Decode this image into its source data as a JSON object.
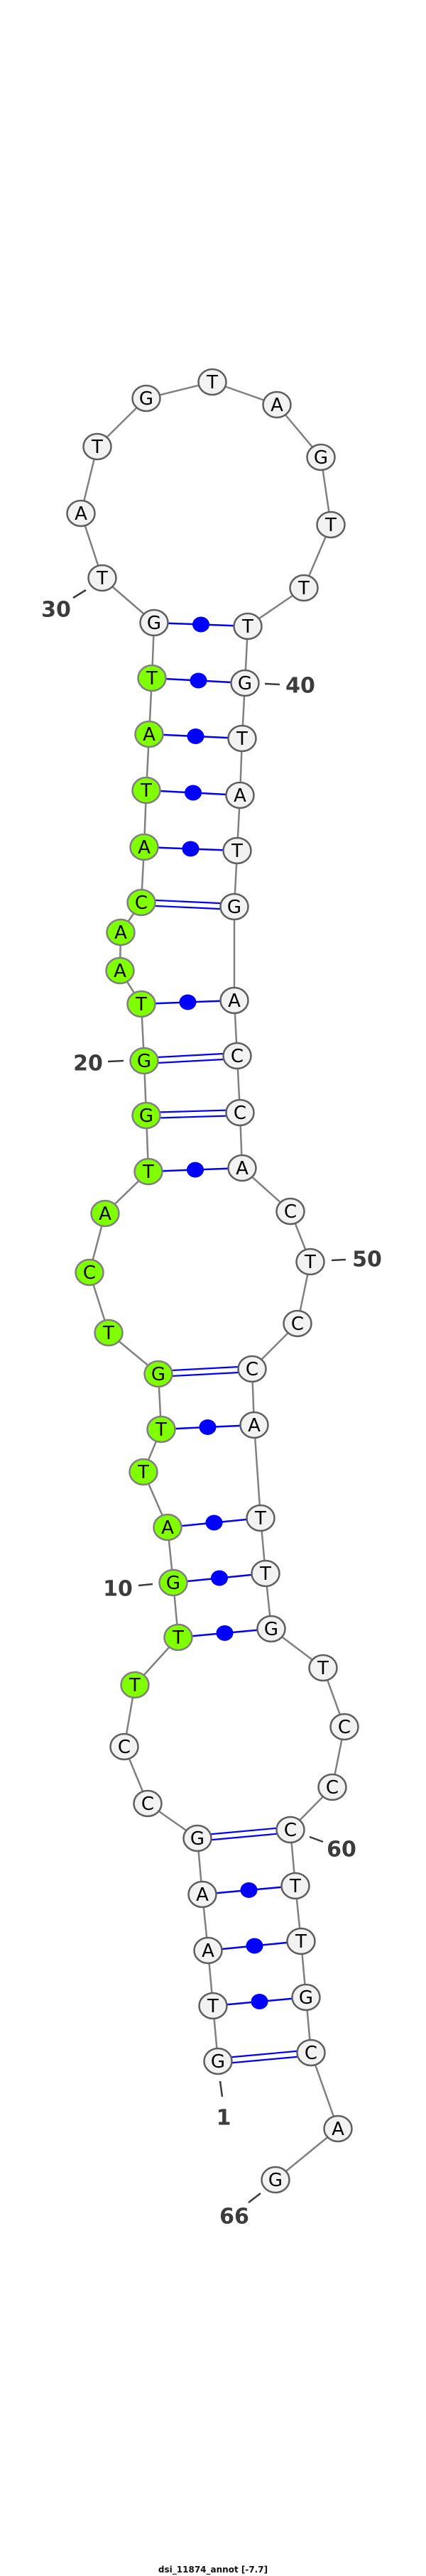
{
  "title": "dsi_11874_annot [-7.7]",
  "nucleotides": [
    "G",
    "T",
    "A",
    "A",
    "G",
    "C",
    "C",
    "T",
    "T",
    "G",
    "A",
    "T",
    "T",
    "G",
    "T",
    "C",
    "A",
    "T",
    "G",
    "G",
    "T",
    "A",
    "A",
    "C",
    "A",
    "T",
    "A",
    "T",
    "G",
    "T",
    "A",
    "T",
    "G",
    "T",
    "A",
    "G",
    "T",
    "T",
    "T",
    "G",
    "T",
    "A",
    "T",
    "G",
    "A",
    "C",
    "C",
    "A",
    "C",
    "T",
    "C",
    "C",
    "A",
    "T",
    "T",
    "G",
    "T",
    "C",
    "C",
    "C",
    "T",
    "T",
    "G",
    "C",
    "A",
    "G"
  ],
  "highlighted_range": [
    8,
    28
  ],
  "pairs": [
    {
      "i": 1,
      "j": 64,
      "type": "GC"
    },
    {
      "i": 2,
      "j": 63,
      "type": "wobble"
    },
    {
      "i": 3,
      "j": 62,
      "type": "AU"
    },
    {
      "i": 4,
      "j": 61,
      "type": "AU"
    },
    {
      "i": 5,
      "j": 60,
      "type": "GC"
    },
    {
      "i": 9,
      "j": 56,
      "type": "wobble"
    },
    {
      "i": 10,
      "j": 55,
      "type": "wobble"
    },
    {
      "i": 11,
      "j": 54,
      "type": "AU"
    },
    {
      "i": 13,
      "j": 53,
      "type": "AU"
    },
    {
      "i": 14,
      "j": 52,
      "type": "GC"
    },
    {
      "i": 18,
      "j": 48,
      "type": "AU"
    },
    {
      "i": 19,
      "j": 47,
      "type": "GC"
    },
    {
      "i": 20,
      "j": 46,
      "type": "GC"
    },
    {
      "i": 21,
      "j": 45,
      "type": "AU"
    },
    {
      "i": 24,
      "j": 44,
      "type": "GC"
    },
    {
      "i": 25,
      "j": 43,
      "type": "AU"
    },
    {
      "i": 26,
      "j": 42,
      "type": "AU"
    },
    {
      "i": 27,
      "j": 41,
      "type": "AU"
    },
    {
      "i": 28,
      "j": 40,
      "type": "wobble"
    },
    {
      "i": 29,
      "j": 39,
      "type": "wobble"
    }
  ],
  "position_labels": [
    {
      "pos": 1,
      "text": "1"
    },
    {
      "pos": 10,
      "text": "10"
    },
    {
      "pos": 20,
      "text": "20"
    },
    {
      "pos": 30,
      "text": "30"
    },
    {
      "pos": 40,
      "text": "40"
    },
    {
      "pos": 50,
      "text": "50"
    },
    {
      "pos": 60,
      "text": "60"
    },
    {
      "pos": 66,
      "text": "66"
    }
  ],
  "colors": {
    "highlight_fill": "#80ff00",
    "node_fill": "#f2f2f2",
    "node_stroke": "#5f5f5f",
    "highlight_stroke": "#808080",
    "backbone": "#808080",
    "pair": "#0000ff",
    "label": "#3c3c3c"
  }
}
